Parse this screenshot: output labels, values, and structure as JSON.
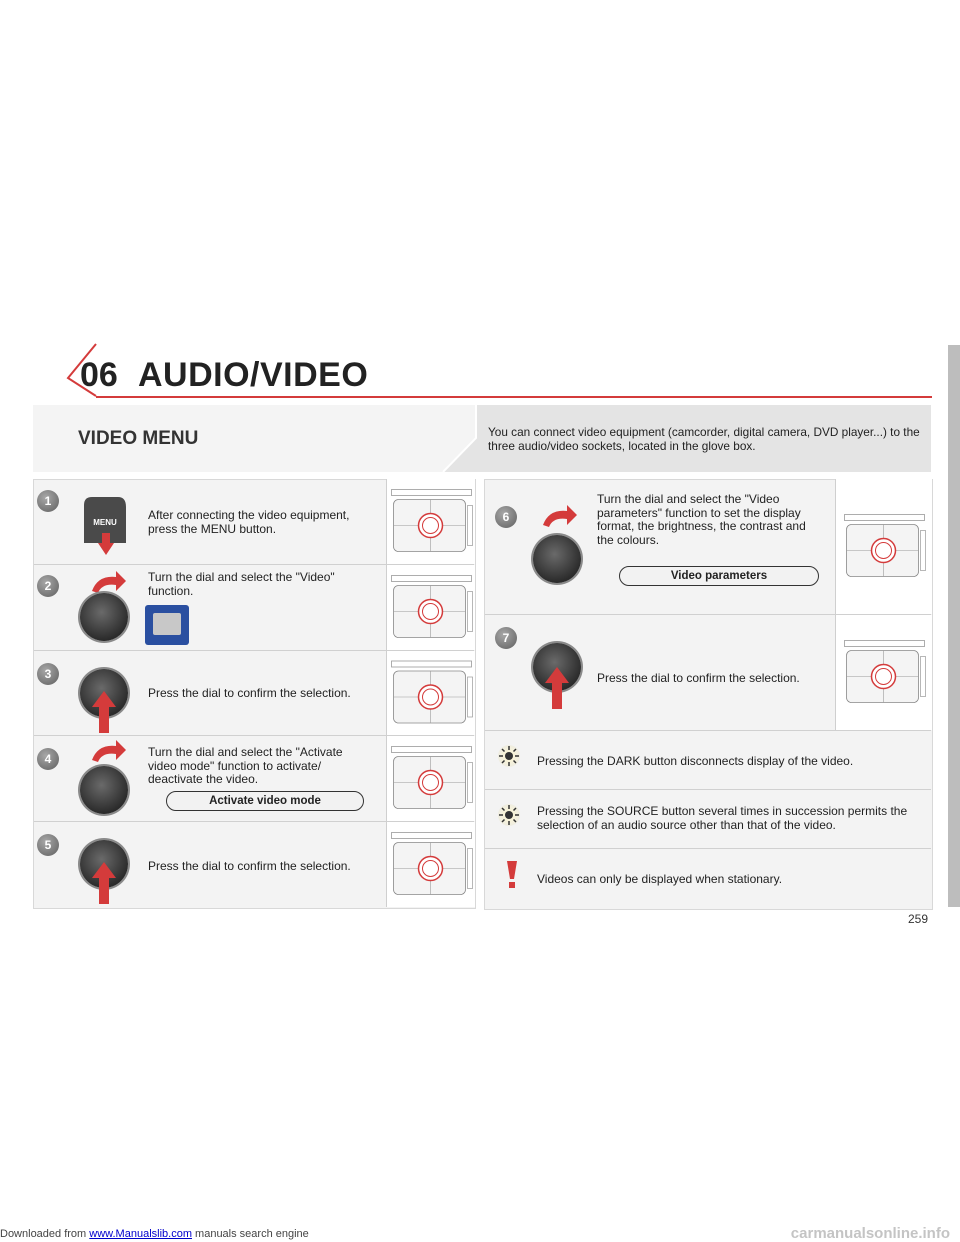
{
  "chapter": {
    "number": "06",
    "title": "AUDIO/VIDEO"
  },
  "banner": {
    "title": "VIDEO MENU",
    "intro": "You can connect video equipment (camcorder, digital camera, DVD player...) to the three audio/video sockets, located in the glove box."
  },
  "steps": [
    {
      "num": "1",
      "text": "After connecting the video equipment, press the MENU button."
    },
    {
      "num": "2",
      "text": "Turn the dial and select the \"Video\" function."
    },
    {
      "num": "3",
      "text": "Press the dial to confirm the selection."
    },
    {
      "num": "4",
      "text": "Turn the dial and select the \"Activate video mode\" function to activate/ deactivate the video.",
      "pill": "Activate video mode"
    },
    {
      "num": "5",
      "text": "Press the dial to confirm the selection."
    },
    {
      "num": "6",
      "text": "Turn the dial and select the \"Video parameters\" function to set the display format, the brightness, the contrast and the colours.",
      "pill": "Video parameters"
    },
    {
      "num": "7",
      "text": "Press the dial to confirm the selection."
    }
  ],
  "menu_button_label": "MENU",
  "notes": [
    {
      "type": "tip",
      "text": "Pressing the DARK button disconnects display of the video."
    },
    {
      "type": "tip",
      "text": "Pressing the SOURCE button several times in succession permits the selection of an audio source other than that of the video."
    },
    {
      "type": "warning",
      "text": "Videos can only be displayed when stationary."
    }
  ],
  "page_number": "259",
  "footer": {
    "prefix": "Downloaded from ",
    "link": "www.Manualslib.com",
    "suffix": " manuals search engine"
  },
  "watermark": "carmanualsonline.info",
  "colors": {
    "accent": "#d43b3b",
    "panel": "#f3f3f3"
  }
}
